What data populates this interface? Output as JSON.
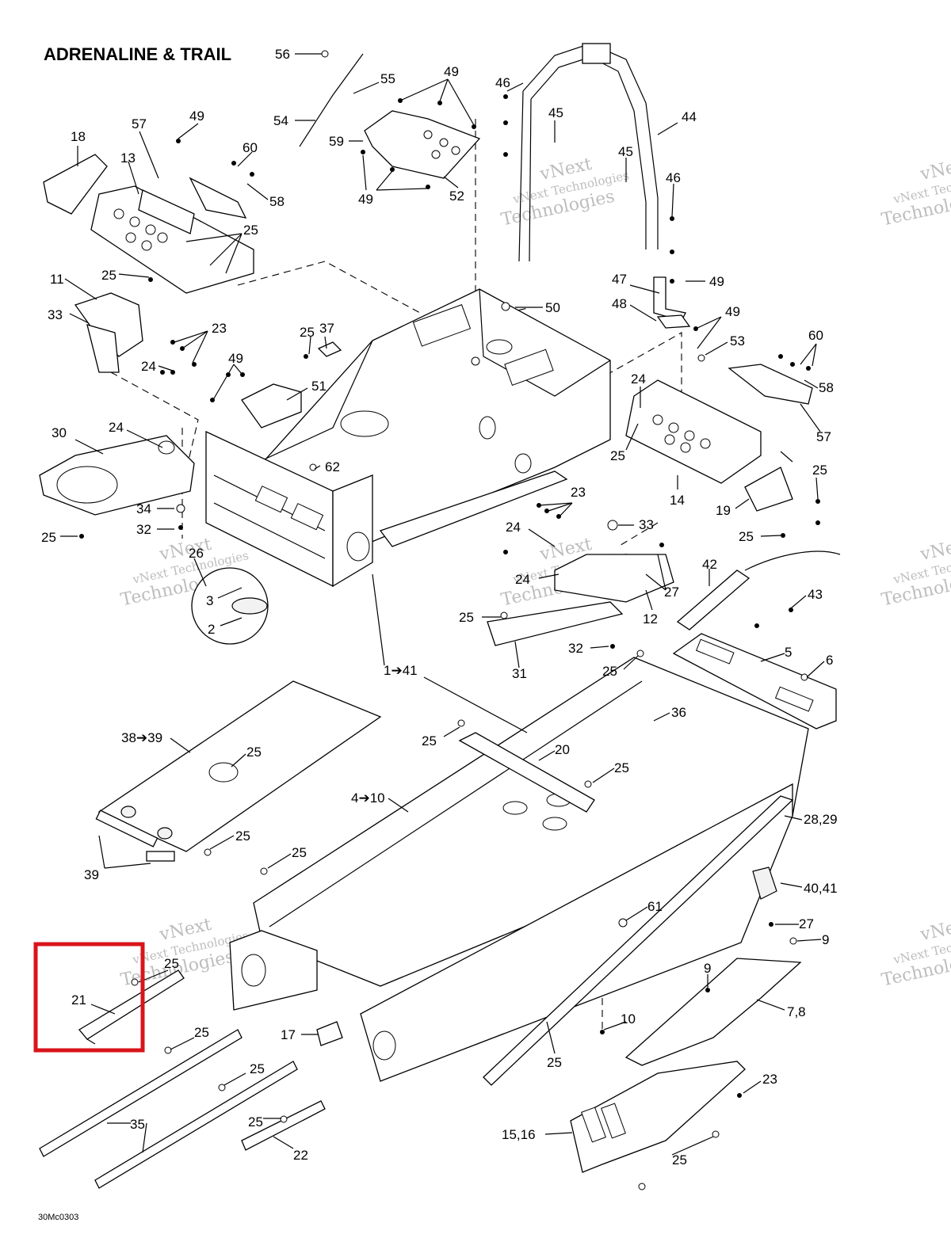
{
  "diagram": {
    "title": "ADRENALINE & TRAIL",
    "code": "30Mc0303",
    "watermark": {
      "line1": "vNext",
      "line2": "vNext Technologies",
      "line3": "Technologies"
    },
    "highlight_color": "#d9141b",
    "highlighted_part": "21",
    "callouts": [
      "56",
      "55",
      "54",
      "59",
      "49",
      "52",
      "46",
      "45",
      "44",
      "18",
      "57",
      "13",
      "60",
      "58",
      "25",
      "11",
      "33",
      "23",
      "24",
      "37",
      "50",
      "47",
      "48",
      "53",
      "51",
      "30",
      "62",
      "34",
      "32",
      "26",
      "3",
      "2",
      "14",
      "19",
      "42",
      "43",
      "27",
      "12",
      "31",
      "1➔41",
      "5",
      "6",
      "36",
      "38➔39",
      "20",
      "4➔10",
      "39",
      "28,29",
      "40,41",
      "61",
      "9",
      "7,8",
      "17",
      "21",
      "35",
      "22",
      "10",
      "15,16"
    ]
  }
}
